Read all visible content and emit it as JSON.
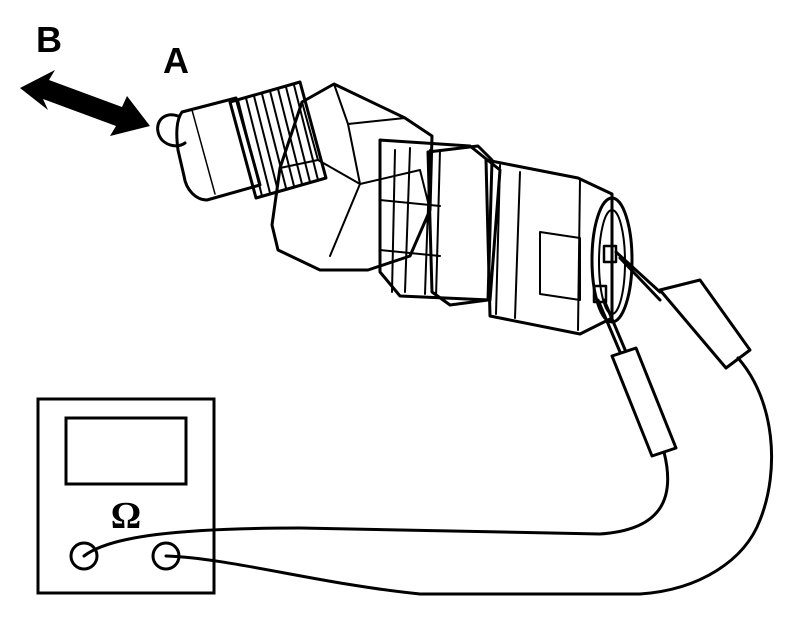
{
  "labels": {
    "label_a": "A",
    "label_b": "B",
    "ohm_symbol": "Ω"
  },
  "colors": {
    "ink": "#000000",
    "paper": "#ffffff"
  },
  "icons": {
    "arrow": "double-headed-arrow-icon",
    "meter": "ohmmeter-icon",
    "sensor": "threaded-switch-sensor",
    "terminal": "terminal-circle-icon"
  }
}
